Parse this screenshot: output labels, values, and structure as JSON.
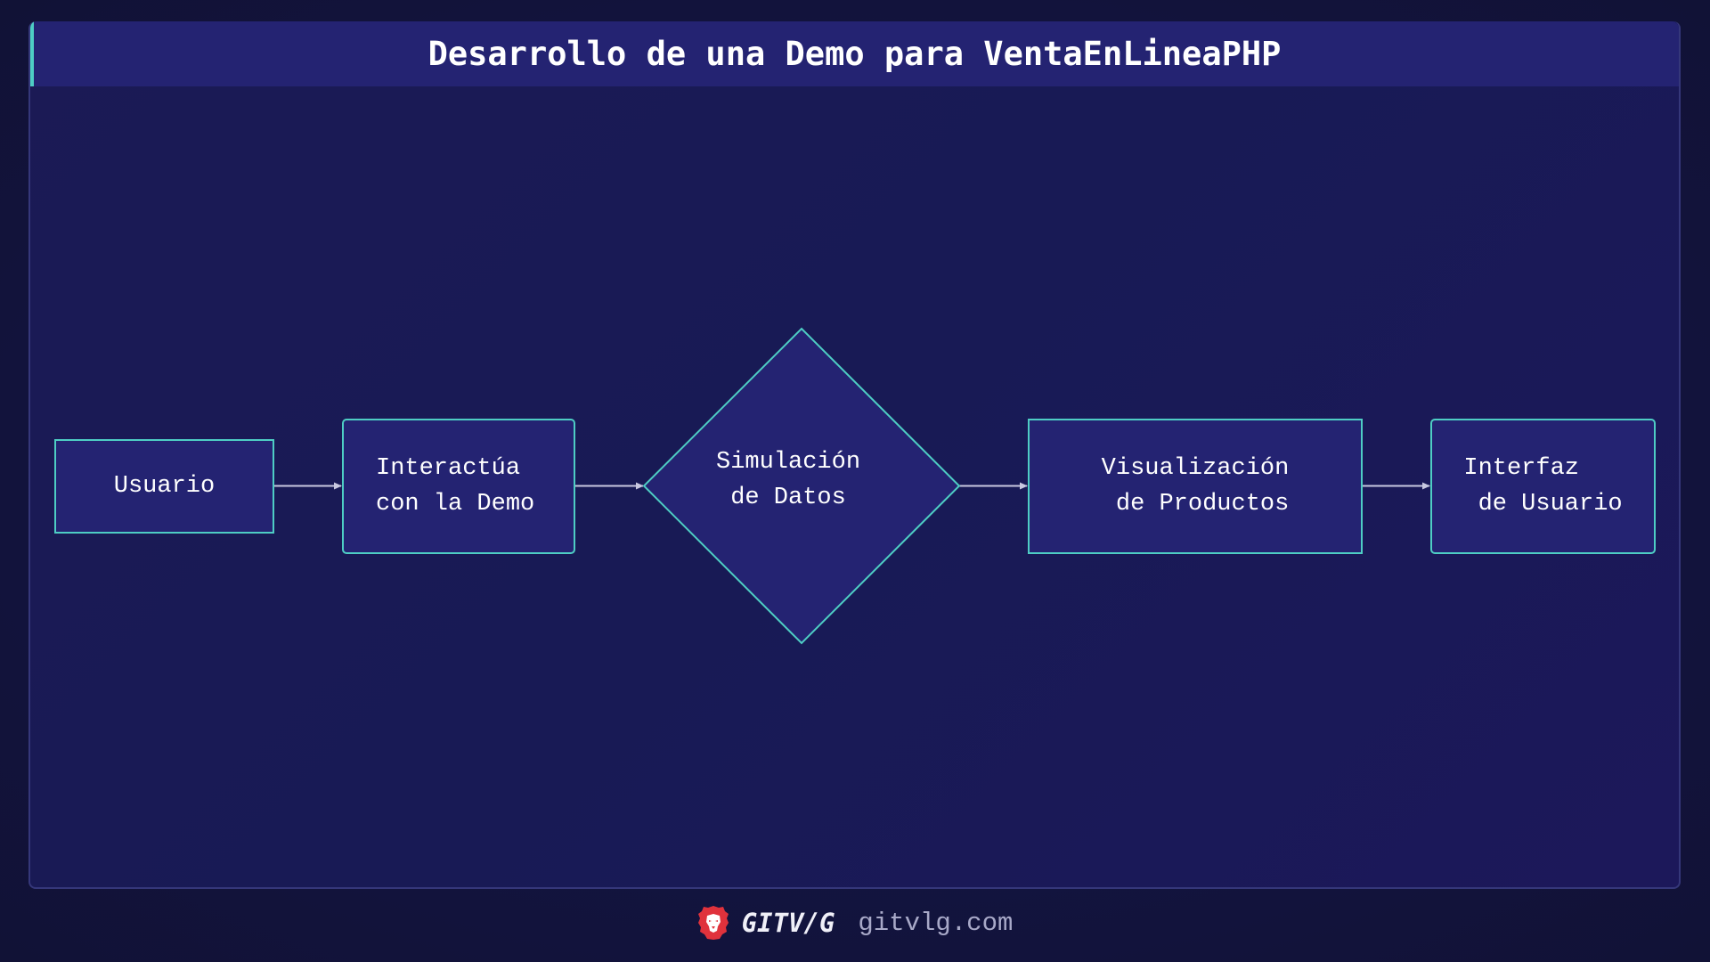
{
  "header": {
    "title": "Desarrollo de una Demo para VentaEnLineaPHP"
  },
  "diagram": {
    "nodes": [
      {
        "id": "usuario",
        "shape": "rectangle",
        "label": "Usuario"
      },
      {
        "id": "interactua",
        "shape": "rounded-rectangle",
        "label": "Interactúa\ncon la Demo"
      },
      {
        "id": "simulacion",
        "shape": "diamond",
        "label": "Simulación\n de Datos"
      },
      {
        "id": "visualizacion",
        "shape": "rectangle",
        "label": "Visualización\n de Productos"
      },
      {
        "id": "interfaz",
        "shape": "rounded-rectangle",
        "label": "Interfaz\n de Usuario"
      }
    ],
    "edges": [
      {
        "from": "usuario",
        "to": "interactua"
      },
      {
        "from": "interactua",
        "to": "simulacion"
      },
      {
        "from": "simulacion",
        "to": "visualizacion"
      },
      {
        "from": "visualizacion",
        "to": "interfaz"
      }
    ],
    "colors": {
      "node_fill": "#242372",
      "node_stroke": "#4ecdc4",
      "edge": "#c8c8e0",
      "text": "#ffffff"
    }
  },
  "footer": {
    "logo_icon": "lion-head-icon",
    "brand": "GITV/G",
    "site": "gitvlg.com"
  }
}
